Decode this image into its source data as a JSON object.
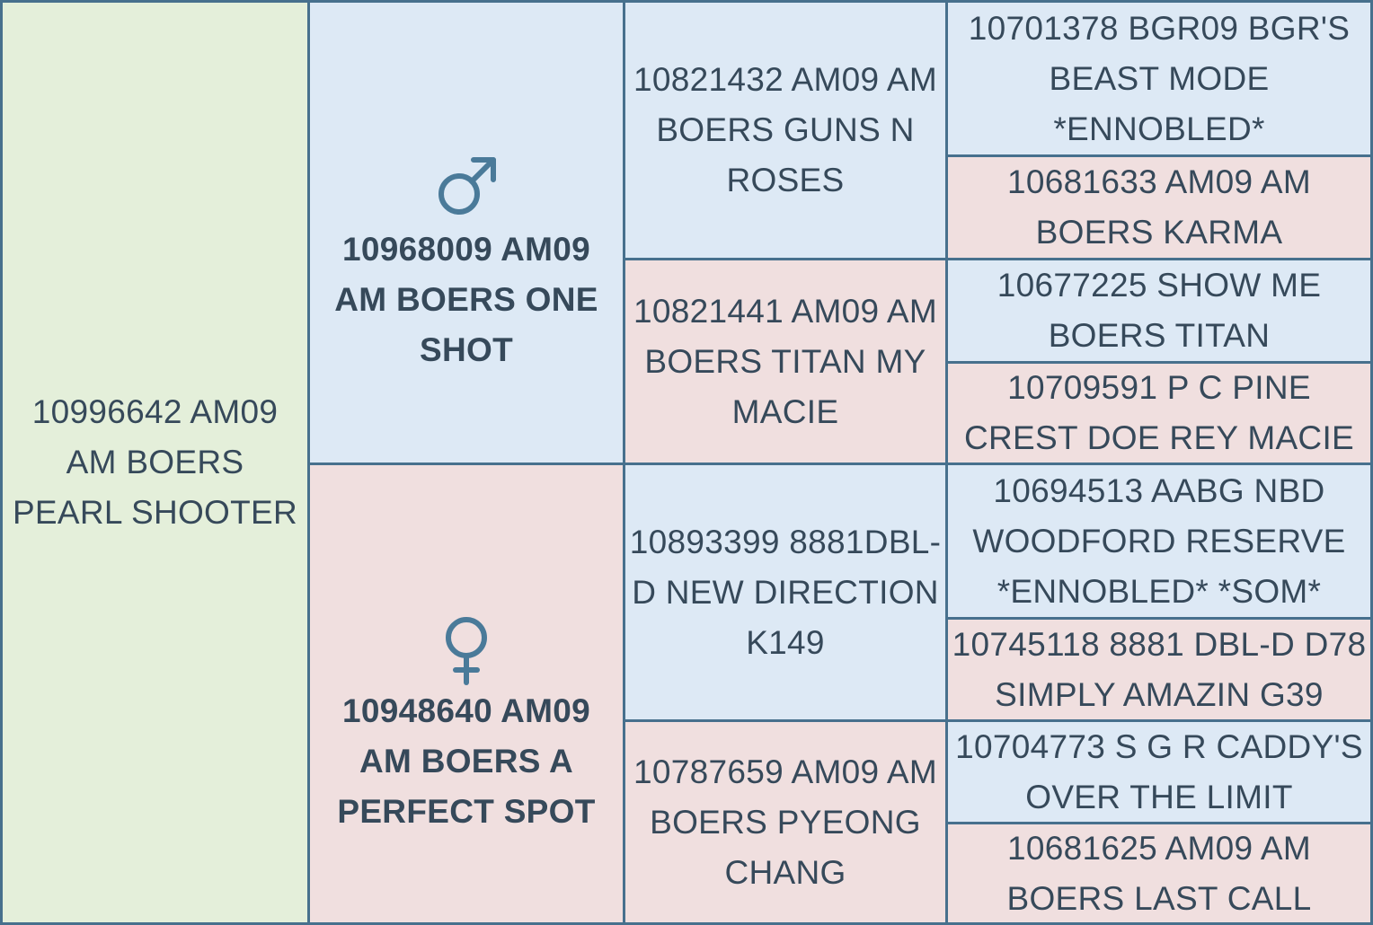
{
  "subject": {
    "name": "10996642 AM09 AM BOERS PEARL SHOOTER"
  },
  "sire": {
    "icon": "male-symbol-icon",
    "name": "10968009 AM09 AM BOERS ONE SHOT",
    "sire": {
      "name": "10821432 AM09 AM BOERS GUNS N ROSES",
      "sire": {
        "name": "10701378 BGR09 BGR'S BEAST MODE *ENNOBLED*"
      },
      "dam": {
        "name": "10681633 AM09 AM BOERS KARMA"
      }
    },
    "dam": {
      "name": "10821441 AM09 AM BOERS TITAN MY MACIE",
      "sire": {
        "name": "10677225 SHOW ME BOERS TITAN"
      },
      "dam": {
        "name": "10709591 P C PINE CREST DOE REY MACIE"
      }
    }
  },
  "dam": {
    "icon": "female-symbol-icon",
    "name": "10948640 AM09 AM BOERS A PERFECT SPOT",
    "sire": {
      "name": "10893399 8881DBL-D NEW DIRECTION K149",
      "sire": {
        "name": "10694513 AABG NBD WOODFORD RESERVE *ENNOBLED* *SOM*"
      },
      "dam": {
        "name": "10745118 8881 DBL-D D78 SIMPLY AMAZIN G39"
      }
    },
    "dam": {
      "name": "10787659 AM09 AM BOERS PYEONG CHANG",
      "sire": {
        "name": "10704773 S G R CADDY'S OVER THE LIMIT"
      },
      "dam": {
        "name": "10681625 AM09 AM BOERS LAST CALL"
      }
    }
  },
  "colors": {
    "border": "#47708d",
    "subject_bg": "#e4efda",
    "male_bg": "#dde9f5",
    "female_bg": "#f0dfdf",
    "text": "#36495a",
    "icon": "#4a7a99"
  }
}
